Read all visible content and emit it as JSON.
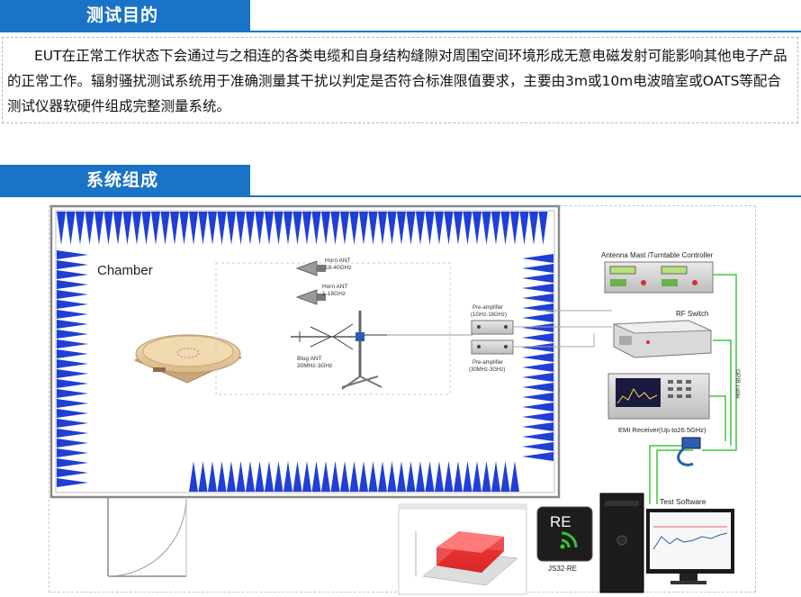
{
  "sections": {
    "purpose": {
      "title": "测试目的",
      "paragraph": "EUT在正常工作状态下会通过与之相连的各类电缆和自身结构缝隙对周围空间环境形成无意电磁发射可能影响其他电子产品的正常工作。辐射骚扰测试系统用于准确测量其干扰以判定是否符合标准限值要求，主要由3m或10m电波暗室或OATS等配合测试仪器软硬件组成完整测量系统。"
    },
    "system": {
      "title": "系统组成"
    }
  },
  "diagram": {
    "chamber_label": "Chamber",
    "horn1_label": [
      "Horn ANT",
      "18-40GHz"
    ],
    "horn2_label": [
      "Horn ANT",
      "1-18GHz"
    ],
    "biconilog_label": [
      "Blog ANT",
      "30MHz-3GHz"
    ],
    "preamp1_label": [
      "Pre-amplifier",
      "(1GHz-18GHz)"
    ],
    "preamp2_label": [
      "Pre-amplifier",
      "(30MHz-3GHz)"
    ],
    "mast_controller_label": "Antenna Mast /Turntable Controller",
    "rf_switch_label": "RF Switch",
    "emi_receiver_label": "EMI Receiver(Up to26.5GHz)",
    "gpib_label": "GPIB cable",
    "software_label": "Test Software",
    "logo_text": "RE",
    "logo_caption": "JS32-RE",
    "colors": {
      "absorber": "#1f3fd6",
      "cable_green": "#3cc83c",
      "accent_blue": "#1a73c6"
    }
  }
}
